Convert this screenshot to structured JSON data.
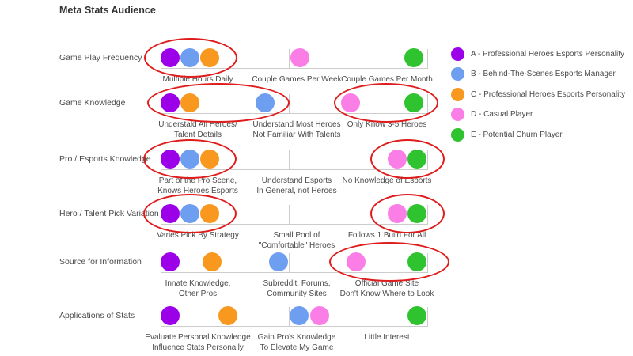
{
  "title": "Meta Stats Audience",
  "colors": {
    "highlight_circle": "#e01b1b",
    "axis_line": "#cccccc",
    "text": "#4a4a4a",
    "persona_a": "#9b00e8",
    "persona_b": "#6e9ef0",
    "persona_c": "#f8981f",
    "persona_d": "#fa7ee6",
    "persona_e": "#30c330"
  },
  "legend": {
    "items": [
      {
        "key": "A",
        "label": "A - Professional Heroes Esports Personality",
        "color": "#9b00e8"
      },
      {
        "key": "B",
        "label": "B - Behind-The-Scenes Esports Manager",
        "color": "#6e9ef0"
      },
      {
        "key": "C",
        "label": "C - Professional Heroes Esports Personality",
        "color": "#f8981f"
      },
      {
        "key": "D",
        "label": "D - Casual Player",
        "color": "#fa7ee6"
      },
      {
        "key": "E",
        "label": "E - Potential Churn Player",
        "color": "#30c330"
      }
    ]
  },
  "chart_data": {
    "type": "dot-matrix",
    "title": "Meta Stats Audience",
    "legend_position": "right",
    "grid": false,
    "rows": [
      {
        "attribute": "Game Play Frequency",
        "options": [
          {
            "label": "Multiple Hours Daily",
            "personas": [
              "A",
              "B",
              "C"
            ],
            "circled": true
          },
          {
            "label": "Couple Games Per Week",
            "personas": [
              "D"
            ],
            "circled": false
          },
          {
            "label": "Couple Games Per Month",
            "personas": [
              "E"
            ],
            "circled": false
          }
        ]
      },
      {
        "attribute": "Game Knowledge",
        "options": [
          {
            "label": "Understald All Heroes/\nTalent Details",
            "personas": [
              "A",
              "C",
              "B"
            ],
            "circled": true
          },
          {
            "label": "Understand Most Heroes\nNot Familiar With Talents",
            "personas": [],
            "circled": false
          },
          {
            "label": "Only Know 3-5 Heroes",
            "personas": [
              "D",
              "E"
            ],
            "circled": true
          }
        ]
      },
      {
        "attribute": "Pro / Esports Knowledge",
        "options": [
          {
            "label": "Part of the Pro Scene,\nKnows Heroes Esports",
            "personas": [
              "A",
              "B",
              "C"
            ],
            "circled": true
          },
          {
            "label": "Understand Esports\nIn General, not Heroes",
            "personas": [],
            "circled": false
          },
          {
            "label": "No Knowledge of Esports",
            "personas": [
              "D",
              "E"
            ],
            "circled": true
          }
        ]
      },
      {
        "attribute": "Hero / Talent Pick Variation",
        "options": [
          {
            "label": "Varies Pick By Strategy",
            "personas": [
              "A",
              "B",
              "C"
            ],
            "circled": true
          },
          {
            "label": "Small Pool of\n\"Comfortable\" Heroes",
            "personas": [],
            "circled": false
          },
          {
            "label": "Follows 1 Build For All",
            "personas": [
              "D",
              "E"
            ],
            "circled": true
          }
        ]
      },
      {
        "attribute": "Source for Information",
        "options": [
          {
            "label": "Innate Knowledge,\nOther Pros",
            "personas": [
              "A",
              "C"
            ],
            "circled": false
          },
          {
            "label": "Subreddit, Forums,\nCommunity Sites",
            "personas": [
              "B"
            ],
            "circled": false
          },
          {
            "label": "Official Game Site\nDon't Know Where to Look",
            "personas": [
              "D",
              "E"
            ],
            "circled": true
          }
        ]
      },
      {
        "attribute": "Applications of Stats",
        "options": [
          {
            "label": "Evaluate Personal Knowledge\nInfluence Stats Personally",
            "personas": [
              "A",
              "C"
            ],
            "circled": false
          },
          {
            "label": "Gain Pro's Knowledge\nTo Elevate My Game",
            "personas": [
              "B",
              "D"
            ],
            "circled": false
          },
          {
            "label": "Little Interest",
            "personas": [
              "E"
            ],
            "circled": false
          }
        ]
      }
    ]
  }
}
